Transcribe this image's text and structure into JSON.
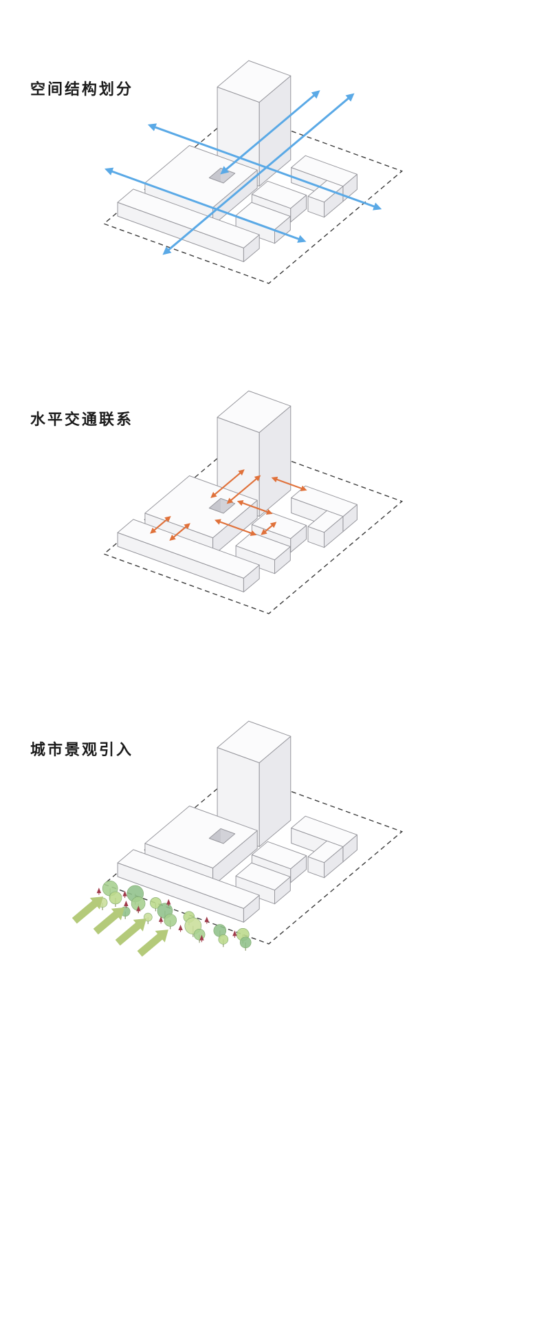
{
  "panels": [
    {
      "key": "structure",
      "title": "空间结构划分"
    },
    {
      "key": "circulation",
      "title": "水平交通联系"
    },
    {
      "key": "landscape",
      "title": "城市景观引入"
    }
  ],
  "colors": {
    "axis_arrow": "#5aa9e6",
    "link_arrow": "#e0713a",
    "landscape_arrow": "#b4ca7a",
    "tree_greens": [
      "#a6cf8e",
      "#bcd98b",
      "#8fc08a",
      "#cade9a"
    ],
    "conifer_red": "#a03a4a",
    "building_top": "#fbfbfc",
    "building_left": "#f3f3f5",
    "building_right": "#e9e9ed",
    "hole_wall_dark": "#c7c7ce",
    "hole_wall_mid": "#d2d2d8",
    "hole_floor": "#dddde2",
    "outline": "#96969c",
    "site_line": "#3c3c3c",
    "trunk": "#8b9a6b",
    "title_color": "#1b1b1b",
    "background": "#ffffff"
  }
}
